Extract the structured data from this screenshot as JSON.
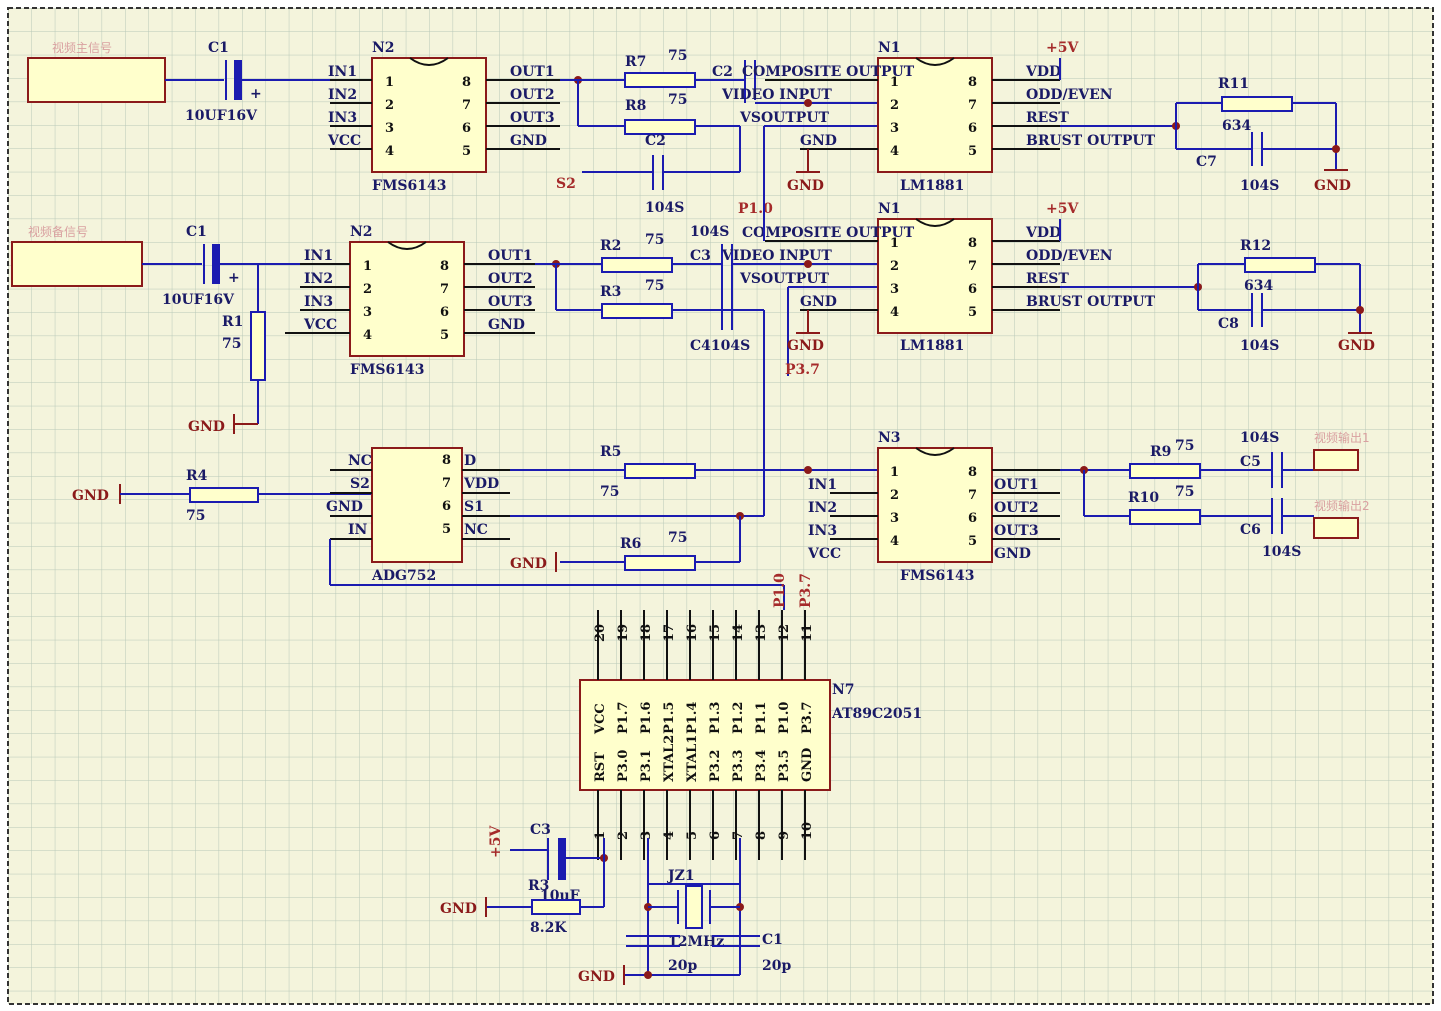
{
  "connectors": {
    "in1": "视频主信号",
    "in2": "视频备信号",
    "out1": "视频输出1",
    "out2": "视频输出2"
  },
  "net": {
    "gnd": "GND",
    "vcc5": "+5V",
    "p10": "P1.0",
    "p37": "P3.7"
  },
  "stage1": {
    "cap_ref": "C1",
    "cap_val": "10UF16V",
    "amp_ref": "N2",
    "amp_part": "FMS6143",
    "amp_in_pins": [
      "IN1",
      "IN2",
      "IN3",
      "VCC"
    ],
    "amp_out_pins": [
      "OUT1",
      "OUT2",
      "OUT3",
      "GND"
    ],
    "r_top_ref": "R7",
    "r_top_val": "75",
    "r_bot_ref": "R8",
    "r_bot_val": "75",
    "c_ref": "C2",
    "c_val": "104S",
    "s2_label": "S2",
    "sep_ref": "N1",
    "sep_part": "LM1881",
    "sep_in_pins": [
      "COMPOSITE OUTPUT",
      "VIDEO INPUT",
      "VSOUTPUT",
      "GND"
    ],
    "sep_out_pins": [
      "VDD",
      "ODD/EVEN",
      "REST",
      "BRUST OUTPUT"
    ],
    "cap_in_ref": "C2",
    "r_out_ref": "R11",
    "r_out_val": "634",
    "c_out_ref": "C7",
    "c_out_val": "104S"
  },
  "stage2": {
    "cap_ref": "C1",
    "cap_val": "10UF16V",
    "r1_ref": "R1",
    "r1_val": "75",
    "amp_ref": "N2",
    "amp_part": "FMS6143",
    "amp_in_pins": [
      "IN1",
      "IN2",
      "IN3",
      "VCC"
    ],
    "amp_out_pins": [
      "OUT1",
      "OUT2",
      "OUT3",
      "GND"
    ],
    "r_top_ref": "R2",
    "r_top_val": "75",
    "r_bot_ref": "R3",
    "r_bot_val": "75",
    "c3_ref": "C3",
    "c3_val": "104S",
    "c4_label": "C4104S",
    "sep_ref": "N1",
    "sep_part": "LM1881",
    "sep_in_pins": [
      "COMPOSITE OUTPUT",
      "VIDEO INPUT",
      "VSOUTPUT",
      "GND"
    ],
    "sep_out_pins": [
      "VDD",
      "ODD/EVEN",
      "REST",
      "BRUST OUTPUT"
    ],
    "r_out_ref": "R12",
    "r_out_val": "634",
    "c_out_ref": "C8",
    "c_out_val": "104S"
  },
  "stage3": {
    "r4_ref": "R4",
    "r4_val": "75",
    "switch_part": "ADG752",
    "switch_left_pins": [
      "NC",
      "S2",
      "GND",
      "IN"
    ],
    "switch_right_pins": [
      "D",
      "VDD",
      "S1",
      "NC"
    ],
    "r5_ref": "R5",
    "r5_val": "75",
    "r6_ref": "R6",
    "r6_val": "75",
    "amp_ref": "N3",
    "amp_part": "FMS6143",
    "amp_in_pins": [
      "IN1",
      "IN2",
      "IN3",
      "VCC"
    ],
    "amp_out_pins": [
      "OUT1",
      "OUT2",
      "OUT3",
      "GND"
    ],
    "r9_ref": "R9",
    "r9_val": "75",
    "r10_ref": "R10",
    "r10_val": "75",
    "c5_ref": "C5",
    "c6_ref": "C6",
    "c_val": "104S"
  },
  "mcu": {
    "ref": "N7",
    "part": "AT89C2051",
    "top_pins": [
      "20",
      "19",
      "18",
      "17",
      "16",
      "15",
      "14",
      "13",
      "12",
      "11"
    ],
    "bottom_pins": [
      "1",
      "2",
      "3",
      "4",
      "5",
      "6",
      "7",
      "8",
      "9",
      "10"
    ],
    "pin_names": [
      "RST",
      "VCC",
      "P3.0",
      "P1.7",
      "P3.1",
      "P1.6",
      "XTAL2",
      "P1.5",
      "XTAL1",
      "P1.4",
      "P3.2",
      "P1.3",
      "P3.3",
      "P1.2",
      "P3.4",
      "P1.1",
      "P3.5",
      "P1.0",
      "GND",
      "P3.7"
    ],
    "reset_cap_ref": "C3",
    "reset_cap_val": "10uF",
    "reset_res_ref": "R3",
    "reset_res_val": "8.2K",
    "crystal_ref": "JZ1",
    "crystal_val": "12MHz",
    "cap_left_val": "20p",
    "cap_right_ref": "C1",
    "cap_right_val": "20p"
  }
}
